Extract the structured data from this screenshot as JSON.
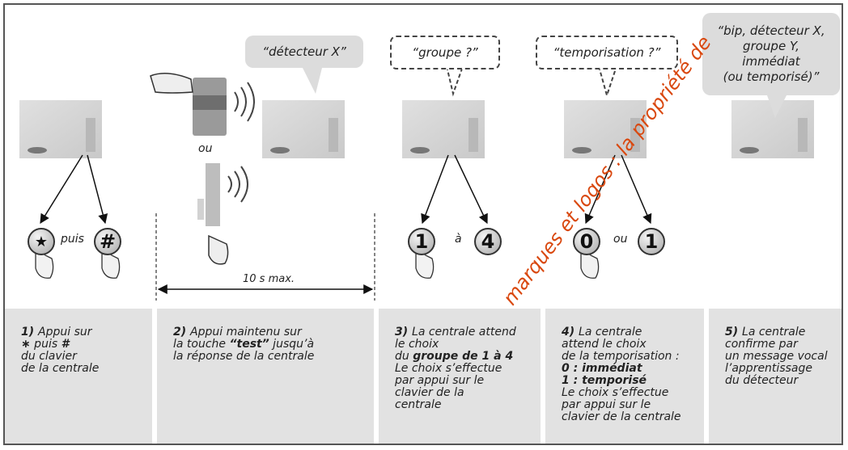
{
  "bubbles": {
    "detecteur": "“détecteur X”",
    "groupe": "“groupe ?”",
    "temporisation": "“temporisation ?”",
    "confirmation": [
      "“bip, détecteur X,",
      "groupe Y,",
      "immédiat",
      "(ou temporisé)”"
    ]
  },
  "labels": {
    "ou_device": "ou",
    "puis": "puis",
    "a": "à",
    "ou_choice": "ou",
    "timer": "10 s max."
  },
  "keys": {
    "star": "★",
    "hash": "#",
    "group_min": "1",
    "group_max": "4",
    "immediate": "0",
    "delayed": "1"
  },
  "steps": [
    {
      "num": "1)",
      "lines": [
        [
          {
            "t": "Appui sur"
          }
        ],
        [
          {
            "t": "∗",
            "b": true
          },
          {
            "t": " puis "
          },
          {
            "t": "#",
            "b": true
          }
        ],
        [
          {
            "t": "du clavier"
          }
        ],
        [
          {
            "t": "de la centrale"
          }
        ]
      ]
    },
    {
      "num": "2)",
      "lines": [
        [
          {
            "t": "Appui maintenu sur"
          }
        ],
        [
          {
            "t": "la touche "
          },
          {
            "t": "“test”",
            "b": true
          },
          {
            "t": " jusqu’à"
          }
        ],
        [
          {
            "t": "la réponse de la centrale"
          }
        ]
      ]
    },
    {
      "num": "3)",
      "lines": [
        [
          {
            "t": "La centrale attend"
          }
        ],
        [
          {
            "t": "le choix"
          }
        ],
        [
          {
            "t": "du "
          },
          {
            "t": "groupe de 1 à 4",
            "b": true
          }
        ],
        [
          {
            "t": "Le choix s’effectue"
          }
        ],
        [
          {
            "t": "par appui sur le"
          }
        ],
        [
          {
            "t": "clavier de la"
          }
        ],
        [
          {
            "t": "centrale"
          }
        ]
      ]
    },
    {
      "num": "4)",
      "lines": [
        [
          {
            "t": "La centrale"
          }
        ],
        [
          {
            "t": "attend le choix"
          }
        ],
        [
          {
            "t": "de la temporisation :"
          }
        ],
        [
          {
            "t": "0 : immédiat",
            "b": true
          }
        ],
        [
          {
            "t": "1 : temporisé",
            "b": true
          }
        ],
        [
          {
            "t": "Le choix s’effectue"
          }
        ],
        [
          {
            "t": "par appui sur le"
          }
        ],
        [
          {
            "t": "clavier de la centrale"
          }
        ]
      ]
    },
    {
      "num": "5)",
      "lines": [
        [
          {
            "t": "La centrale"
          }
        ],
        [
          {
            "t": "confirme par"
          }
        ],
        [
          {
            "t": "un message vocal"
          }
        ],
        [
          {
            "t": "l’apprentissage"
          }
        ],
        [
          {
            "t": "du détecteur"
          }
        ]
      ]
    }
  ],
  "watermark": "marques et logos : la propriété de",
  "colors": {
    "watermark": "#d9480f",
    "panel": "#d7d7d7",
    "step_background": "#e2e2e2",
    "bubble_fill": "#dcdcdc"
  }
}
